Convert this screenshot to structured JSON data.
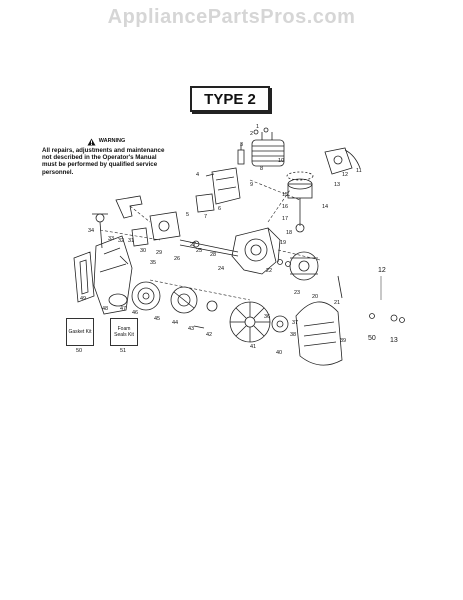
{
  "header": {
    "watermark": "AppliancePartsPros.com",
    "type_label": "TYPE 2"
  },
  "warning": {
    "heading": "WARNING",
    "text": "All repairs, adjustments and maintenance not described in the Operator's Manual must be performed by qualified service personnel."
  },
  "kits": {
    "gasket_label": "Gasket Kit",
    "gasket_number": "50",
    "foam_label": "Foam Seals Kit",
    "foam_number": "51"
  },
  "part_numbers": {
    "p1": "1",
    "p2": "2",
    "p3": "3",
    "p4": "4",
    "p5": "5",
    "p6": "6",
    "p7": "7",
    "p8": "8",
    "p9": "9",
    "p10": "10",
    "p11": "11",
    "p12": "12",
    "p13": "13",
    "p14": "14",
    "p15": "15",
    "p16": "16",
    "p17": "17",
    "p18": "18",
    "p19": "19",
    "p20": "20",
    "p21": "21",
    "p22": "22",
    "p23": "23",
    "p24": "24",
    "p25": "25",
    "p26": "26",
    "p27": "27",
    "p28": "28",
    "p29": "29",
    "p30": "30",
    "p31": "31",
    "p32": "32",
    "p33": "33",
    "p34": "34",
    "p35": "35",
    "p36": "36",
    "p37": "37",
    "p38": "38",
    "p39": "39",
    "p40": "40",
    "p41": "41",
    "p42": "42",
    "p43": "43",
    "p44": "44",
    "p45": "45",
    "p46": "46",
    "p47": "47",
    "p48": "48",
    "p49": "49",
    "side_12": "12",
    "side_50": "50",
    "side_13": "13"
  }
}
